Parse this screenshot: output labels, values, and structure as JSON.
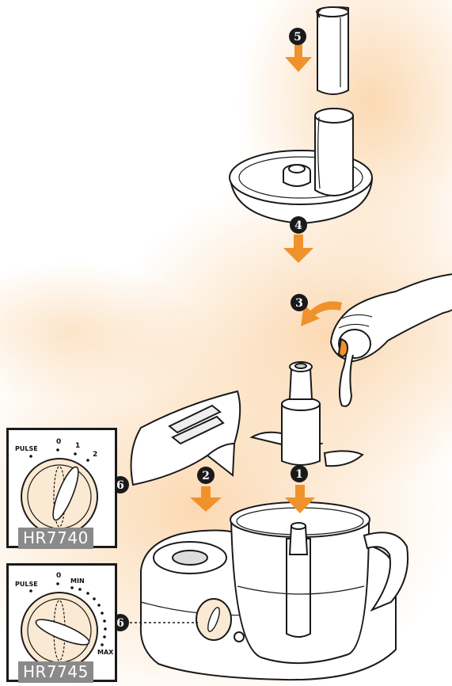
{
  "colors": {
    "arrow": "#F0922B",
    "glow": "#FBD7AE",
    "dial_fill": "#FBEAD3",
    "line": "#1A1A1A",
    "label_bg": "#8A8A8A",
    "model_text": "#FFFFFF"
  },
  "steps": {
    "s1": "1",
    "s2": "2",
    "s3": "3",
    "s4": "4",
    "s5": "5",
    "s6a": "6",
    "s6b": "6"
  },
  "dial_hr7740": {
    "model": "HR7740",
    "pulse": "PULSE",
    "zero": "0",
    "one": "1",
    "two": "2"
  },
  "dial_hr7745": {
    "model": "HR7745",
    "pulse": "PULSE",
    "zero": "0",
    "min": "MIN",
    "max": "MAX"
  }
}
